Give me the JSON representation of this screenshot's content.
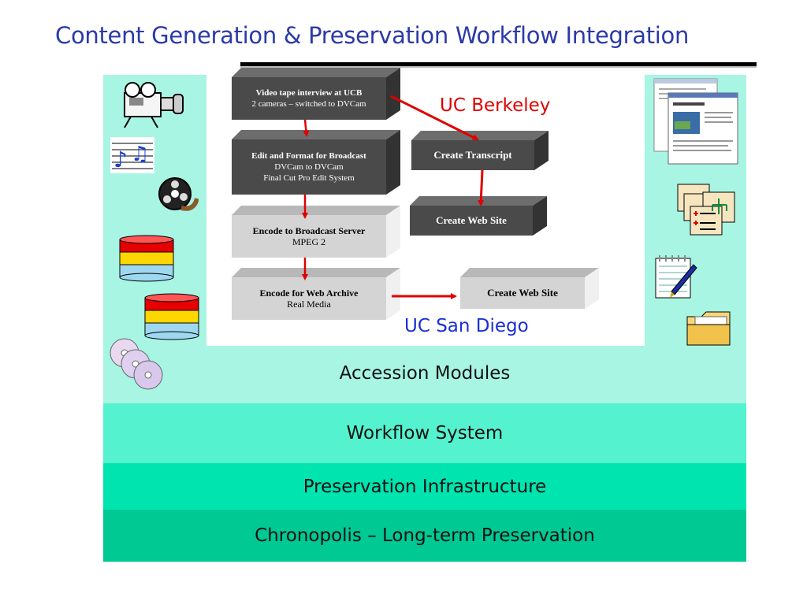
{
  "title": "Content Generation & Preservation Workflow Integration",
  "layers": {
    "accession": "Accession Modules",
    "workflow": "Workflow System",
    "preservation": "Preservation Infrastructure",
    "chronopolis": "Chronopolis – Long-term Preservation"
  },
  "sites": {
    "ucb": "UC Berkeley",
    "ucsd": "UC San Diego"
  },
  "steps": {
    "video": {
      "title": "Video tape interview at UCB",
      "line1": "2 cameras – switched to DVCam"
    },
    "edit": {
      "title": "Edit and Format for Broadcast",
      "line1": "DVCam to DVCam",
      "line2": "Final Cut Pro Edit System"
    },
    "broadcast": {
      "title": "Encode to Broadcast Server",
      "line1": "MPEG 2"
    },
    "webarchive": {
      "title": "Encode for Web Archive",
      "line1": "Real Media"
    },
    "transcript": {
      "title": "Create Transcript"
    },
    "website1": {
      "title": "Create Web Site"
    },
    "website2": {
      "title": "Create Web Site"
    }
  },
  "colors": {
    "title": "#2b3aa8",
    "accession_band": "#a8f5e4",
    "workflow_band": "#55f2cf",
    "preservation_band": "#00e4b0",
    "chronopolis_band": "#00c994",
    "arrow": "#e00000",
    "ucb_label": "#e00000",
    "ucsd_label": "#1a2fd6"
  },
  "icons": [
    "video-camera-icon",
    "music-notes-icon",
    "film-reel-icon",
    "database-icon",
    "database-icon",
    "cd-stack-icon",
    "web-page-icon",
    "flowchart-icon",
    "notepad-pen-icon",
    "folder-icon"
  ]
}
